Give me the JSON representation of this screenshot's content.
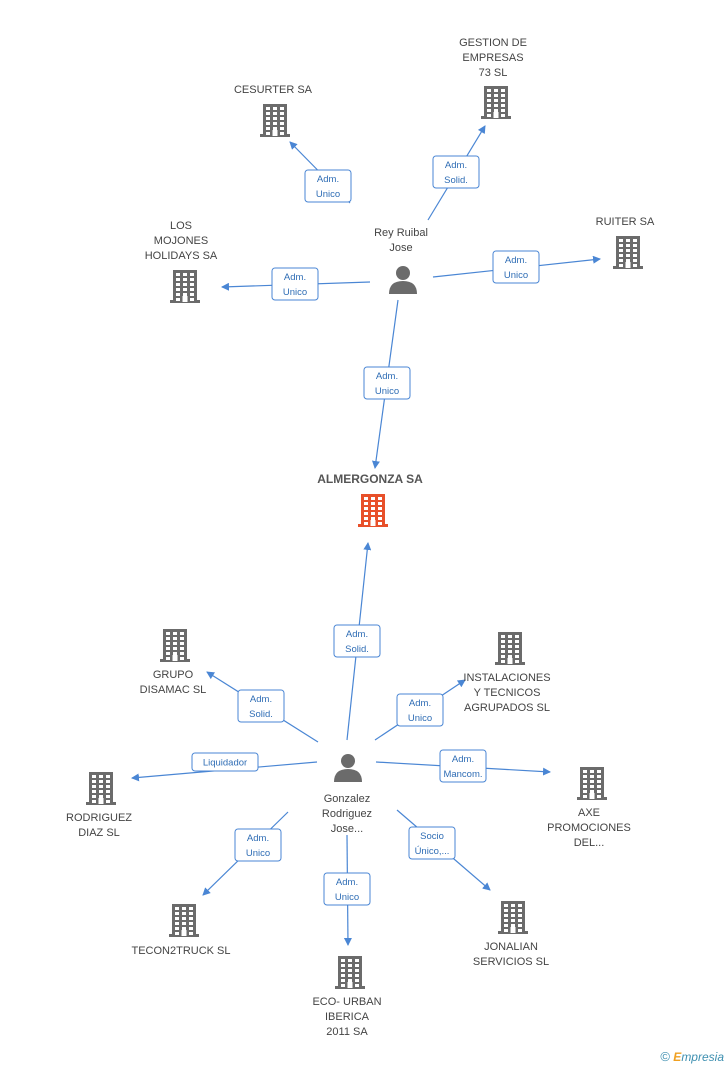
{
  "colors": {
    "edge": "#4a86d4",
    "company_icon": "#6b6b6b",
    "center_icon": "#e8502a",
    "person_icon": "#6b6b6b"
  },
  "center": {
    "lines": [
      "ALMERGONZA SA"
    ],
    "icon": "building-icon"
  },
  "persons": [
    {
      "id": "rey",
      "lines": [
        "Rey Ruibal",
        "Jose"
      ],
      "icon": "person-icon"
    },
    {
      "id": "gonzalez",
      "lines": [
        "Gonzalez",
        "Rodriguez",
        "Jose..."
      ],
      "icon": "person-icon"
    }
  ],
  "companies": [
    {
      "id": "cesurter",
      "lines": [
        "CESURTER SA"
      ]
    },
    {
      "id": "gestion",
      "lines": [
        "GESTION DE",
        "EMPRESAS",
        "73  SL"
      ]
    },
    {
      "id": "mojones",
      "lines": [
        "LOS",
        "MOJONES",
        "HOLIDAYS SA"
      ]
    },
    {
      "id": "ruiter",
      "lines": [
        "RUITER SA"
      ]
    },
    {
      "id": "grupo",
      "lines": [
        "GRUPO",
        "DISAMAC SL"
      ]
    },
    {
      "id": "instalaciones",
      "lines": [
        "INSTALACIONES",
        "Y TECNICOS",
        "AGRUPADOS SL"
      ]
    },
    {
      "id": "rodriguez",
      "lines": [
        "RODRIGUEZ",
        "DIAZ  SL"
      ]
    },
    {
      "id": "axe",
      "lines": [
        "AXE",
        "PROMOCIONES",
        "DEL..."
      ]
    },
    {
      "id": "tecon",
      "lines": [
        "TECON2TRUCK SL"
      ]
    },
    {
      "id": "jonalian",
      "lines": [
        "JONALIAN",
        "SERVICIOS  SL"
      ]
    },
    {
      "id": "eco",
      "lines": [
        "ECO- URBAN",
        "IBERICA",
        "2011 SA"
      ]
    }
  ],
  "edges": [
    {
      "from": "rey",
      "to": "cesurter",
      "lines": [
        "Adm.",
        "Unico"
      ]
    },
    {
      "from": "rey",
      "to": "gestion",
      "lines": [
        "Adm.",
        "Solid."
      ]
    },
    {
      "from": "rey",
      "to": "mojones",
      "lines": [
        "Adm.",
        "Unico"
      ]
    },
    {
      "from": "rey",
      "to": "ruiter",
      "lines": [
        "Adm.",
        "Unico"
      ]
    },
    {
      "from": "rey",
      "to": "center",
      "lines": [
        "Adm.",
        "Unico"
      ]
    },
    {
      "from": "gonzalez",
      "to": "center",
      "lines": [
        "Adm.",
        "Solid."
      ]
    },
    {
      "from": "gonzalez",
      "to": "grupo",
      "lines": [
        "Adm.",
        "Solid."
      ]
    },
    {
      "from": "gonzalez",
      "to": "instalaciones",
      "lines": [
        "Adm.",
        "Unico"
      ]
    },
    {
      "from": "gonzalez",
      "to": "rodriguez",
      "lines": [
        "Liquidador"
      ]
    },
    {
      "from": "gonzalez",
      "to": "axe",
      "lines": [
        "Adm.",
        "Mancom."
      ]
    },
    {
      "from": "gonzalez",
      "to": "tecon",
      "lines": [
        "Adm.",
        "Unico"
      ]
    },
    {
      "from": "gonzalez",
      "to": "jonalian",
      "lines": [
        "Socio",
        "Único,..."
      ]
    },
    {
      "from": "gonzalez",
      "to": "eco",
      "lines": [
        "Adm.",
        "Unico"
      ]
    }
  ],
  "footer": {
    "copyright": "©",
    "brand_initial": "E",
    "brand_rest": "mpresia"
  }
}
